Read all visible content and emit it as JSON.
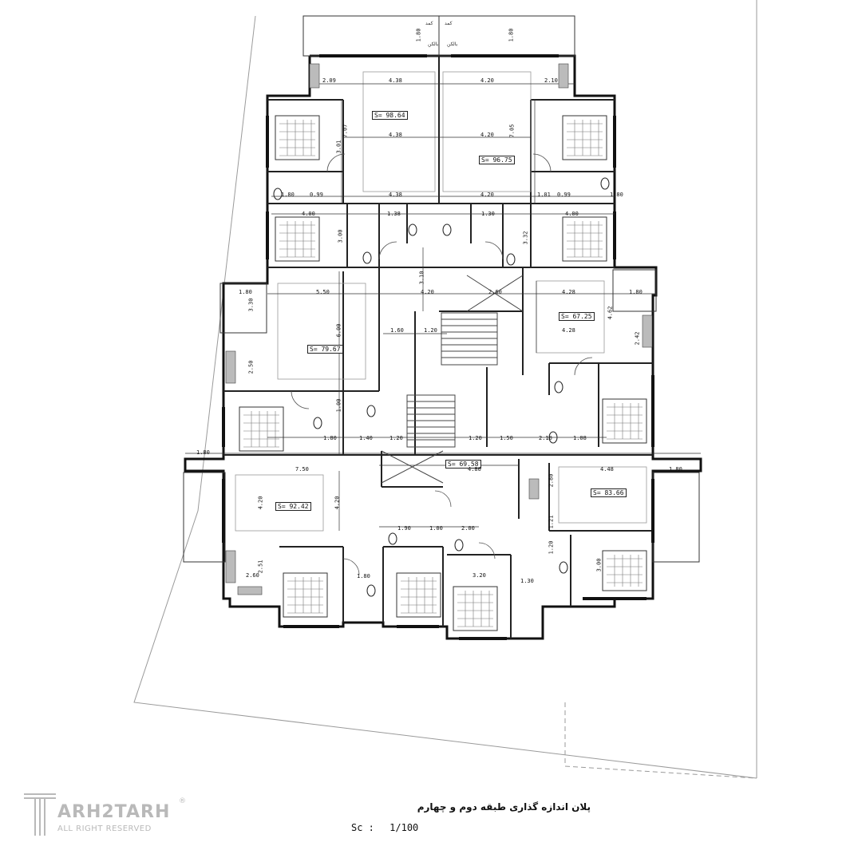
{
  "drawing": {
    "title": "پلان اندازه گذاری طبقه دوم و چهارم",
    "scale_label": "Sc :",
    "scale_value": "1/100"
  },
  "watermark": {
    "brand": "ARH2TARH",
    "tagline": "ALL RIGHT RESERVED",
    "reg_mark": "®"
  },
  "areas": {
    "unit_top_left": "S= 98.64",
    "unit_top_right": "S= 96.75",
    "unit_mid_left": "S= 79.67",
    "unit_mid_right": "S= 67.25",
    "unit_center": "S= 69.58",
    "unit_bottom_left": "S= 92.42",
    "unit_bottom_right": "S= 83.66"
  },
  "room_labels": {
    "storage_a": "کمد",
    "storage_b": "کمد",
    "balcony_a": "بالکن",
    "balcony_b": "بالکن"
  },
  "dimensions": {
    "top_balcony_left": "1.80",
    "top_balcony_right": "1.80",
    "d_209": "2.09",
    "d_438_top": "4.38",
    "d_420_top": "4.20",
    "d_210": "2.10",
    "d_438_mid": "4.38",
    "d_420_mid": "4.20",
    "d_707": "7.07",
    "d_705": "7.05",
    "d_301": "3.01",
    "d_180_l": "1.80",
    "d_099_l": "0.99",
    "d_438_low": "4.38",
    "d_420_low": "4.20",
    "d_101": "1.01",
    "d_099_r": "0.99",
    "d_180_r": "1.80",
    "d_400_l": "4.00",
    "d_138": "1.38",
    "d_130": "1.30",
    "d_400_r": "4.00",
    "d_300": "3.00",
    "d_332": "3.32",
    "d_310": "3.10",
    "d_180_bal": "1.80",
    "d_330": "3.30",
    "d_550": "5.50",
    "d_420_c": "4.20",
    "d_260": "2.60",
    "d_428_a": "4.28",
    "d_180_bal_r": "1.80",
    "d_600": "6.00",
    "d_462": "4.62",
    "d_428_b": "4.28",
    "d_160": "1.60",
    "d_120_a": "1.20",
    "d_250": "2.50",
    "d_242": "2.42",
    "d_100": "1.00",
    "d_180_m": "1.80",
    "d_140": "1.40",
    "d_120_b": "1.20",
    "d_120_c": "1.20",
    "d_150": "1.50",
    "d_210_b": "2.10",
    "d_108": "1.08",
    "d_180_side_l": "1.80",
    "d_750": "7.50",
    "d_480": "4.80",
    "d_448": "4.48",
    "d_180_side_r": "1.80",
    "d_420_bl": "4.20",
    "d_420_bl2": "4.20",
    "d_280": "2.80",
    "d_190": "1.90",
    "d_100_b": "1.00",
    "d_200": "2.00",
    "d_121": "1.21",
    "d_120_d": "1.20",
    "d_251": "2.51",
    "d_260_b": "2.60",
    "d_180_bt": "1.80",
    "d_320": "3.20",
    "d_300_b": "3.00",
    "d_130_b": "1.30"
  }
}
